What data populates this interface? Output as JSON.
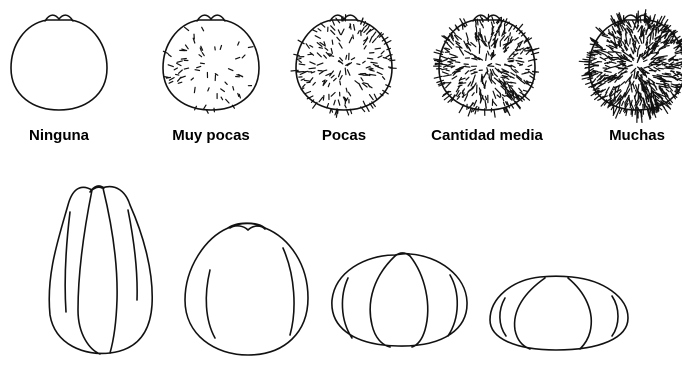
{
  "hair_levels": [
    {
      "label": "Ninguna",
      "density": 0
    },
    {
      "label": "Muy pocas",
      "density": 0.12
    },
    {
      "label": "Pocas",
      "density": 0.3
    },
    {
      "label": "Cantidad media",
      "density": 0.6
    },
    {
      "label": "Muchas",
      "density": 1.0
    }
  ],
  "shapes": [
    {
      "name": "elongated-ribbed"
    },
    {
      "name": "ovate"
    },
    {
      "name": "oblate-lobed"
    },
    {
      "name": "very-oblate-lobed"
    }
  ],
  "colors": {
    "ink": "#111111",
    "background": "#ffffff"
  }
}
